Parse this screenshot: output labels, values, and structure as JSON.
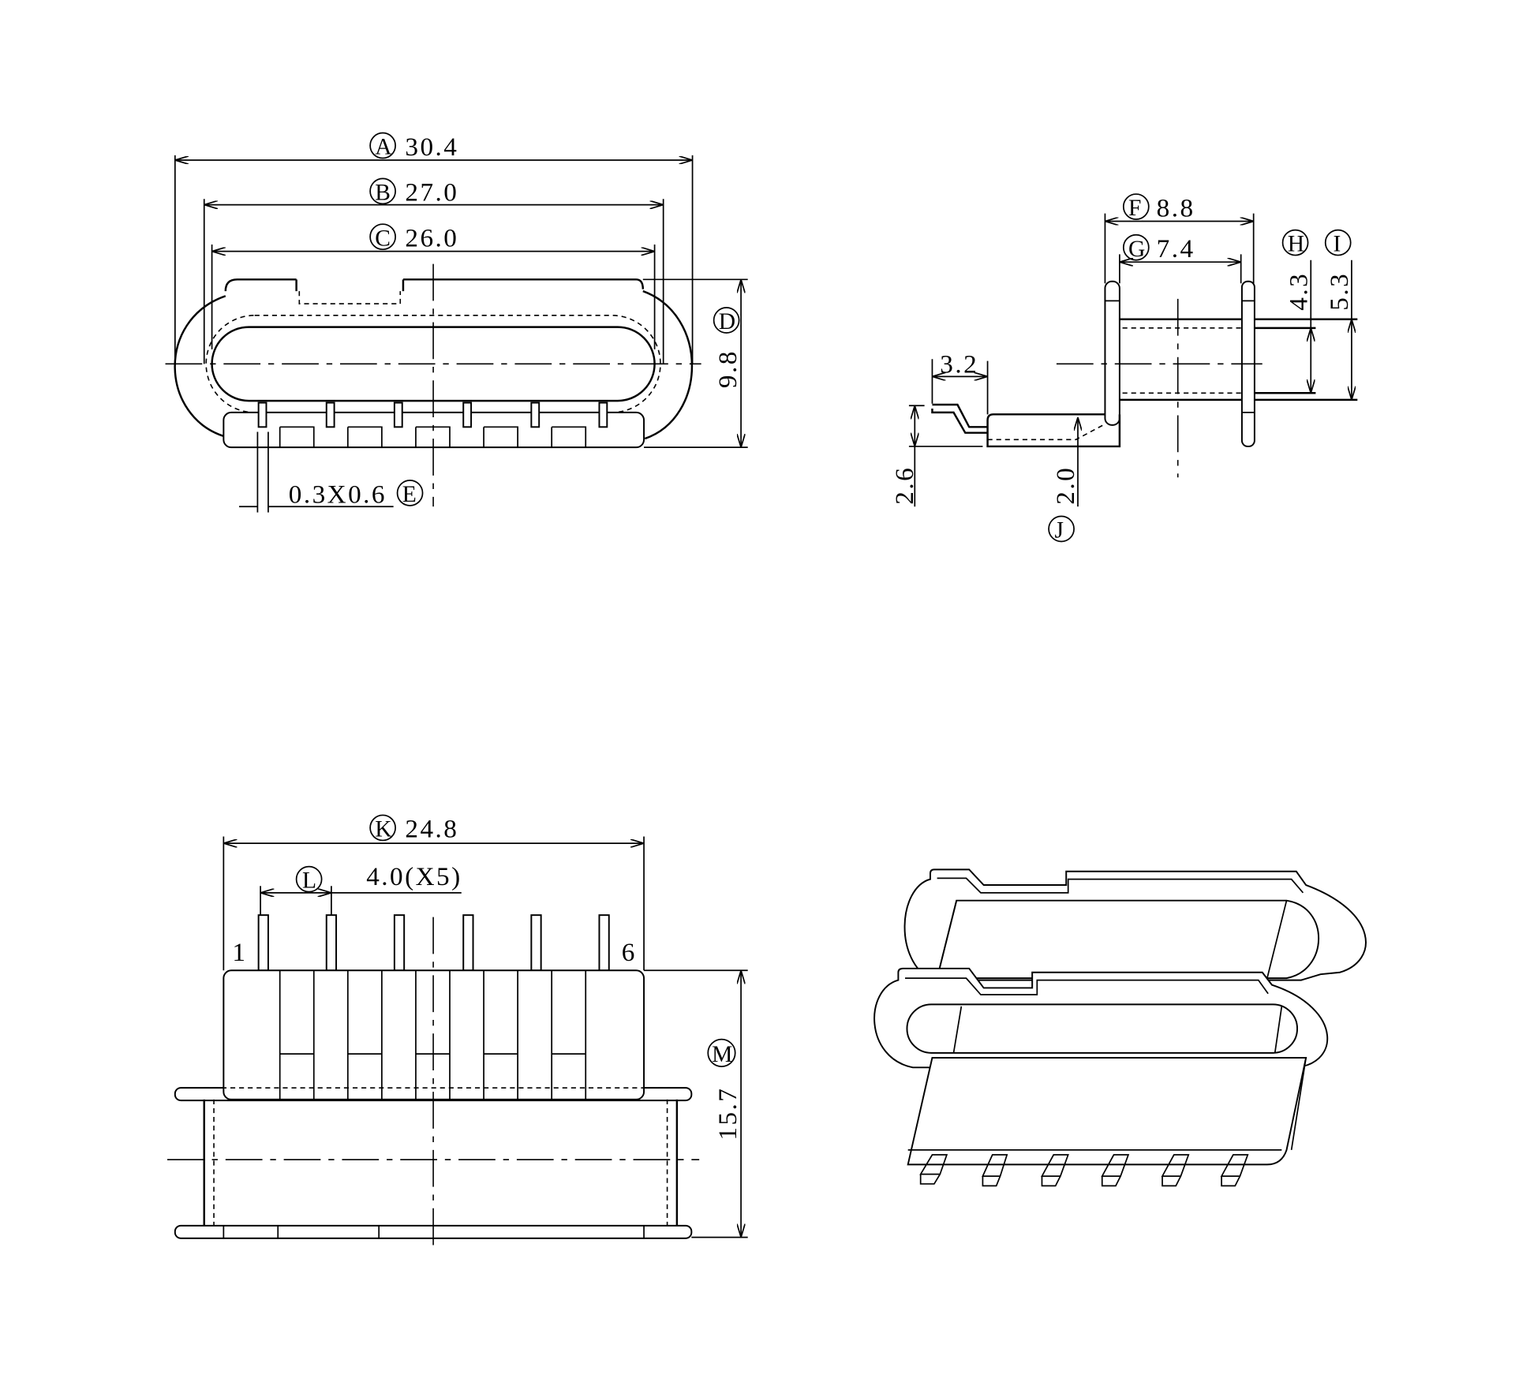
{
  "drawing": {
    "front_view": {
      "dim_A": {
        "letter": "A",
        "value": "30.4"
      },
      "dim_B": {
        "letter": "B",
        "value": "27.0"
      },
      "dim_C": {
        "letter": "C",
        "value": "26.0"
      },
      "dim_D": {
        "letter": "D",
        "value": "9.8"
      },
      "dim_E": {
        "letter": "E",
        "value": "0.3X0.6"
      }
    },
    "side_view": {
      "dim_F": {
        "letter": "F",
        "value": "8.8"
      },
      "dim_G": {
        "letter": "G",
        "value": "7.4"
      },
      "dim_H": {
        "letter": "H",
        "value": "4.3"
      },
      "dim_I": {
        "letter": "I",
        "value": "5.3"
      },
      "dim_J": {
        "letter": "J",
        "value": "2.0"
      },
      "dim_lead_length": "3.2",
      "dim_lead_height": "2.6"
    },
    "bottom_view": {
      "dim_K": {
        "letter": "K",
        "value": "24.8"
      },
      "dim_L": {
        "letter": "L",
        "value": "4.0(X5)"
      },
      "dim_M": {
        "letter": "M",
        "value": "15.7"
      },
      "pin_first": "1",
      "pin_last": "6"
    }
  }
}
